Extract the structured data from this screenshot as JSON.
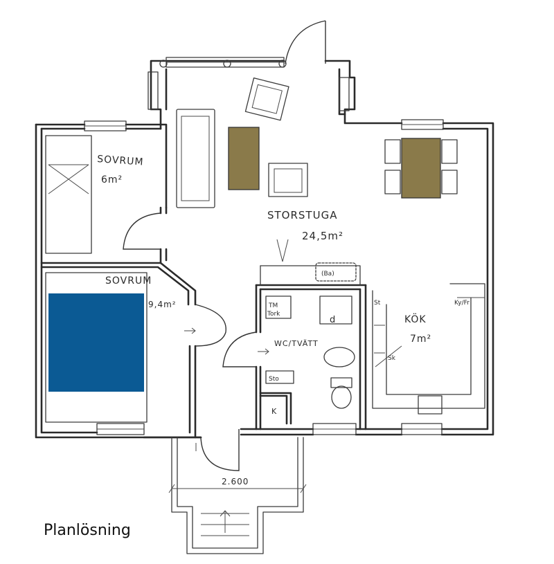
{
  "caption": "Planlösning",
  "rooms": {
    "sovrum1": {
      "name": "SOVRUM",
      "area": "6m²"
    },
    "sovrum2": {
      "name": "SOVRUM",
      "area": "9,4m²"
    },
    "storstuga": {
      "name": "STORSTUGA",
      "area": "24,5m²"
    },
    "kok": {
      "name": "KÖK",
      "area": "7m²"
    },
    "wc": {
      "name": "WC/TVÄTT"
    }
  },
  "labels": {
    "dimension": "2.600",
    "bath_appliance": "(Ba)",
    "wm": "TM",
    "dry": "Tork",
    "sink_d": "d",
    "st": "St",
    "sk": "Sk",
    "closet_k": "K",
    "ky_fr": "Ky/Fr",
    "sto": "Sto"
  },
  "colors": {
    "bed": "#0b5a94",
    "table": "#8a7a4a"
  }
}
